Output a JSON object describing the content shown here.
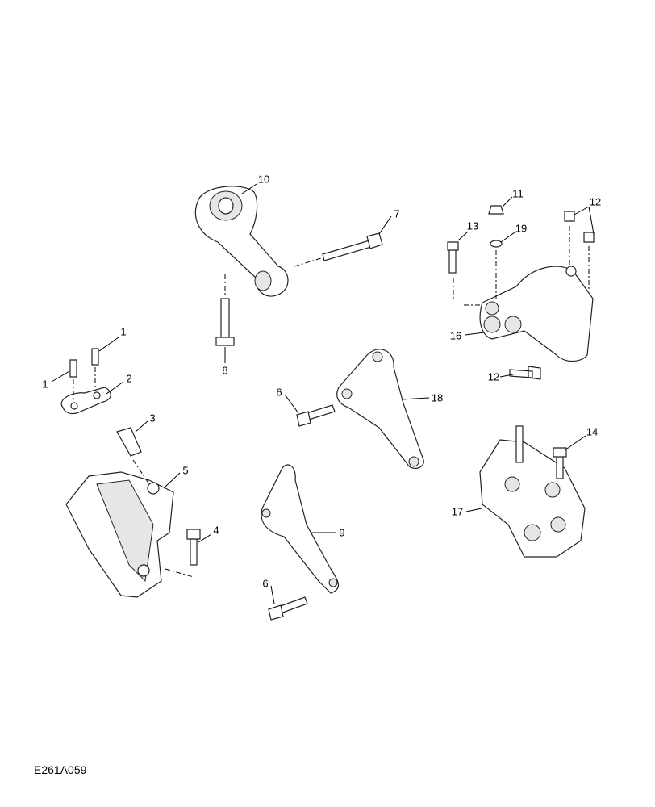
{
  "diagram": {
    "reference_code": "E261A059",
    "callouts": [
      {
        "id": "c10",
        "text": "10"
      },
      {
        "id": "c7",
        "text": "7"
      },
      {
        "id": "c11",
        "text": "11"
      },
      {
        "id": "c12a",
        "text": "12"
      },
      {
        "id": "c13",
        "text": "13"
      },
      {
        "id": "c19",
        "text": "19"
      },
      {
        "id": "c16",
        "text": "16"
      },
      {
        "id": "c12b",
        "text": "12"
      },
      {
        "id": "c1a",
        "text": "1"
      },
      {
        "id": "c1b",
        "text": "1"
      },
      {
        "id": "c2",
        "text": "2"
      },
      {
        "id": "c8",
        "text": "8"
      },
      {
        "id": "c6a",
        "text": "6"
      },
      {
        "id": "c18",
        "text": "18"
      },
      {
        "id": "c3",
        "text": "3"
      },
      {
        "id": "c5",
        "text": "5"
      },
      {
        "id": "c14",
        "text": "14"
      },
      {
        "id": "c17",
        "text": "17"
      },
      {
        "id": "c4",
        "text": "4"
      },
      {
        "id": "c9",
        "text": "9"
      },
      {
        "id": "c6b",
        "text": "6"
      }
    ]
  }
}
